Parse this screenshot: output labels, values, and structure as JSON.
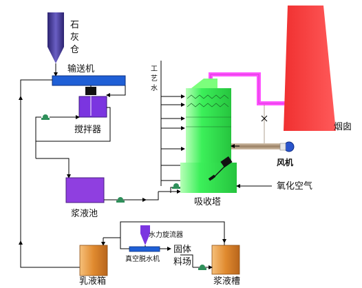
{
  "labels": {
    "lime_silo": [
      "石",
      "灰",
      "仓"
    ],
    "conveyor": "输送机",
    "process_water": [
      "工",
      "艺",
      "水"
    ],
    "mixer": "搅拌器",
    "slurry_pool": "浆液池",
    "absorber": "吸收塔",
    "chimney": "烟囱",
    "fan": "风机",
    "oxidation_air": "氧化空气",
    "hydrocyclone": "水力旋流器",
    "vacuum_filter": "真空脱水机",
    "solid_yard": [
      "固体",
      "料场"
    ],
    "lime_milk_tank": "乳液箱",
    "slurry_tank": "浆液槽"
  },
  "colors": {
    "silo": "#4b3f9c",
    "conveyor": "#1f5fd6",
    "mixer": "#7b35e0",
    "slurry_pool": "#8f3fe0",
    "absorber": "#3cf05a",
    "chimney": "#f52a2a",
    "duct_clean": "#ff55ff",
    "duct_raw": "#b09a7e",
    "fan": "#2a55cc",
    "tank": "#e08a2f",
    "pump": "#2e8f5a",
    "line": "#000000"
  }
}
